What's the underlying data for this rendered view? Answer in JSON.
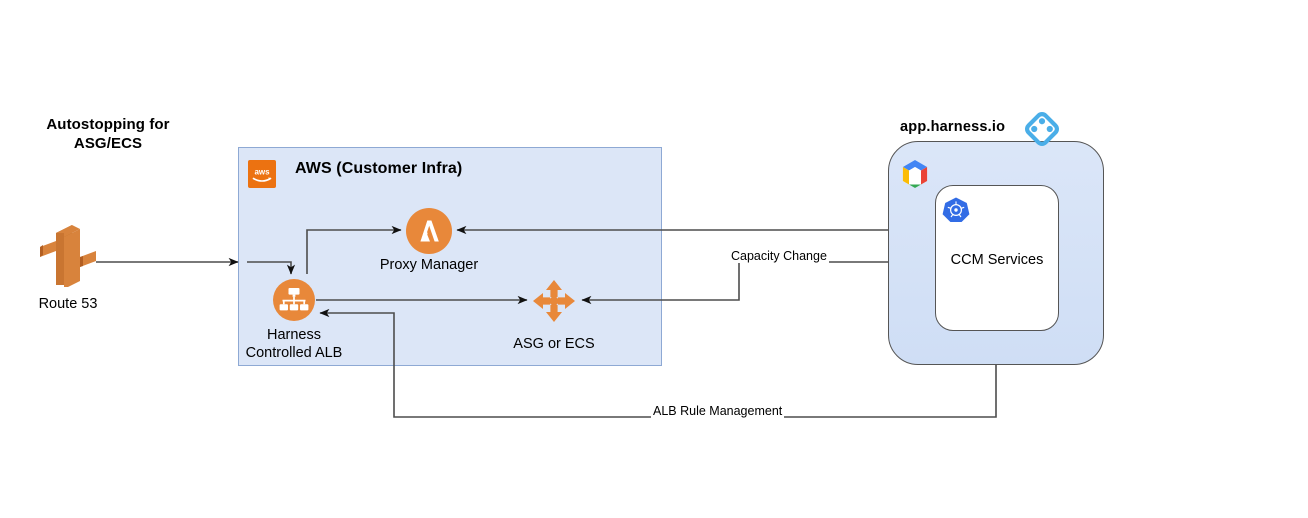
{
  "diagram": {
    "title": "Autostopping for\nASG/ECS",
    "background": "#ffffff"
  },
  "colors": {
    "aws_orange": "#e8883a",
    "aws_logo_orange": "#ec7211",
    "container_blue_fill": "#dce6f7",
    "container_blue_border": "#8ea9d4",
    "harness_blue": "#4aaee8",
    "line": "#4d4d4d",
    "text": "#000000"
  },
  "aws_group": {
    "title": "AWS (Customer Infra)",
    "logo_text": "aws",
    "logo_name": "aws-logo-icon"
  },
  "harness_group": {
    "title": "app.harness.io",
    "logo_name": "harness-logo-icon",
    "cloud_logo_name": "google-cloud-logo-icon",
    "inner": {
      "label": "CCM Services",
      "logo_name": "kubernetes-logo-icon"
    }
  },
  "nodes": [
    {
      "id": "route53",
      "label": "Route 53",
      "icon": "aws-route53-icon"
    },
    {
      "id": "proxy",
      "label": "Proxy Manager",
      "icon": "aws-lambda-icon"
    },
    {
      "id": "alb",
      "label": "Harness\nControlled ALB",
      "icon": "aws-load-balancer-icon"
    },
    {
      "id": "asg",
      "label": "ASG or ECS",
      "icon": "aws-autoscaling-icon"
    }
  ],
  "edges": [
    {
      "id": "route53-to-alb",
      "from": "route53",
      "to": "alb",
      "label": ""
    },
    {
      "id": "alb-to-proxy",
      "from": "alb",
      "to": "proxy",
      "label": ""
    },
    {
      "id": "harness-to-proxy",
      "from": "harness",
      "to": "proxy",
      "label": ""
    },
    {
      "id": "alb-to-asg",
      "from": "alb",
      "to": "asg",
      "label": ""
    },
    {
      "id": "harness-to-asg",
      "from": "harness",
      "to": "asg",
      "label": "Capacity Change"
    },
    {
      "id": "harness-to-alb",
      "from": "harness",
      "to": "alb",
      "label": "ALB Rule Management"
    },
    {
      "id": "alb-to-harness",
      "from": "alb",
      "to": "harness",
      "label": ""
    }
  ],
  "edge_labels": {
    "capacity_change": "Capacity Change",
    "alb_rule_management": "ALB Rule Management"
  }
}
